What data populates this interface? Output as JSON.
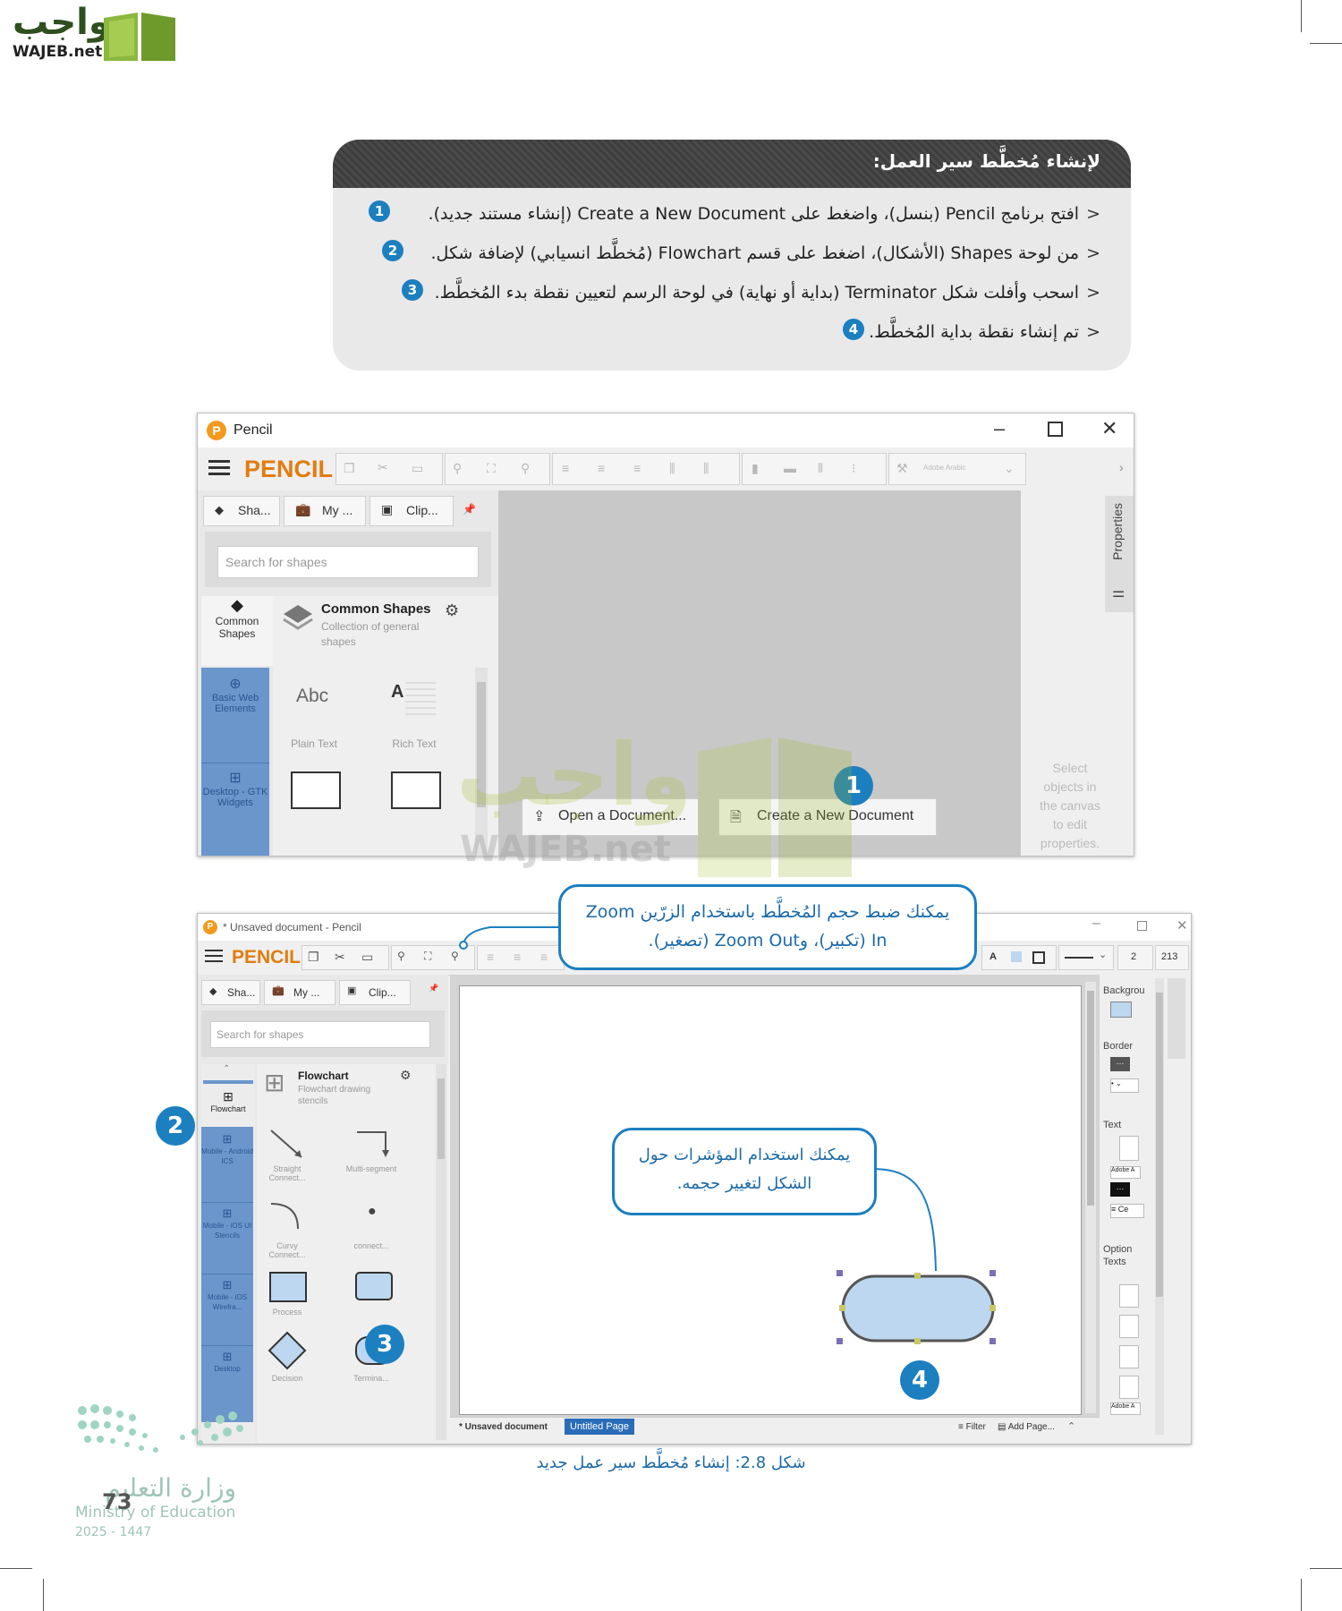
{
  "logo": {
    "arabic": "واجب",
    "latin": "WAJEB.net"
  },
  "instructions": {
    "title": "لإنشاء مُخطَّط سير العمل:",
    "steps": [
      {
        "num": "1",
        "text": "افتح برنامج Pencil (بنسل)، واضغط على Create a New Document (إنشاء مستند جديد)."
      },
      {
        "num": "2",
        "text": "من لوحة Shapes (الأشكال)، اضغط على قسم Flowchart (مُخطَّط انسيابي) لإضافة شكل."
      },
      {
        "num": "3",
        "text": "اسحب وأفلت شكل Terminator (بداية أو نهاية) في لوحة الرسم لتعيين نقطة بدء المُخطَّط."
      },
      {
        "num": "4",
        "text": "تم إنشاء نقطة بداية المُخطَّط."
      }
    ]
  },
  "window1": {
    "title": "Pencil",
    "app_name": "PENCIL",
    "font_select": "Adobe Arabic",
    "tabs": [
      "Sha...",
      "My ...",
      "Clip..."
    ],
    "search_placeholder": "Search for shapes",
    "category_common": "Common Shapes",
    "categories": [
      "Basic Web Elements",
      "Desktop - GTK Widgets"
    ],
    "collection_title": "Common Shapes",
    "collection_desc": "Collection of general shapes",
    "shapes": [
      "Plain Text",
      "Rich Text"
    ],
    "abc": "Abc",
    "open_label": "Open a Document...",
    "create_label": "Create a New Document",
    "properties_tab": "Properties",
    "properties_hint": "Select objects in the canvas to edit properties."
  },
  "window2": {
    "title": "* Unsaved document - Pencil",
    "app_name": "PENCIL",
    "tabs": [
      "Sha...",
      "My ...",
      "Clip..."
    ],
    "search_placeholder": "Search for shapes",
    "collection_title": "Flowchart",
    "collection_desc": "Flowchart drawing stencils",
    "categories": [
      "Flowchart",
      "Mobile - Android ICS",
      "Mobile - iOS UI Stencils",
      "Mobile - iOS Wirefra...",
      "Desktop"
    ],
    "shapes": [
      "Straight Connect...",
      "Multi-segment",
      "Curvy Connect...",
      "connect...",
      "Process",
      "Decision",
      "Termina..."
    ],
    "line_width": "2",
    "zoom_value": "213",
    "props": [
      "Backgrou",
      "Border",
      "Text",
      "Option Texts"
    ],
    "font_mini": "Adobe A",
    "ce": "Ce",
    "doc_tab": "* Unsaved document",
    "page_tab": "Untitled Page",
    "filter": "Filter",
    "add_page": "Add Page..."
  },
  "callouts": {
    "zoom": "يمكنك ضبط حجم المُخطَّط باستخدام الزرّين Zoom In (تكبير)، وZoom Out (تصغير).",
    "resize": "يمكنك استخدام المؤشرات حول الشكل لتغيير حجمه."
  },
  "markers": [
    "1",
    "2",
    "3",
    "4"
  ],
  "caption": "شكل 2.8: إنشاء مُخطَّط سير عمل جديد",
  "footer": {
    "page_number": "73",
    "ministry_ar": "وزارة التعليم",
    "ministry_en": "Ministry of Education",
    "year": "2025 - 1447"
  },
  "colors": {
    "accent_blue": "#1c7fc0",
    "pencil_orange": "#e07d10",
    "sidebar_blue": "#6a96cc",
    "terminator_fill": "#bcd7ef"
  }
}
